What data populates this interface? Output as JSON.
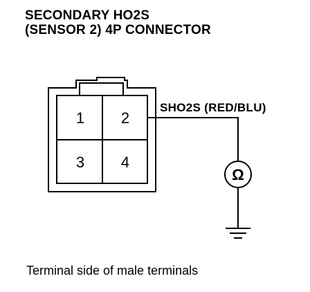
{
  "title": {
    "line1": "SECONDARY HO2S",
    "line2": "(SENSOR 2) 4P CONNECTOR"
  },
  "connector": {
    "terminals": [
      "1",
      "2",
      "3",
      "4"
    ]
  },
  "wire_label": "SHO2S (RED/BLU)",
  "meter_symbol": "Ω",
  "caption": "Terminal side of male terminals"
}
